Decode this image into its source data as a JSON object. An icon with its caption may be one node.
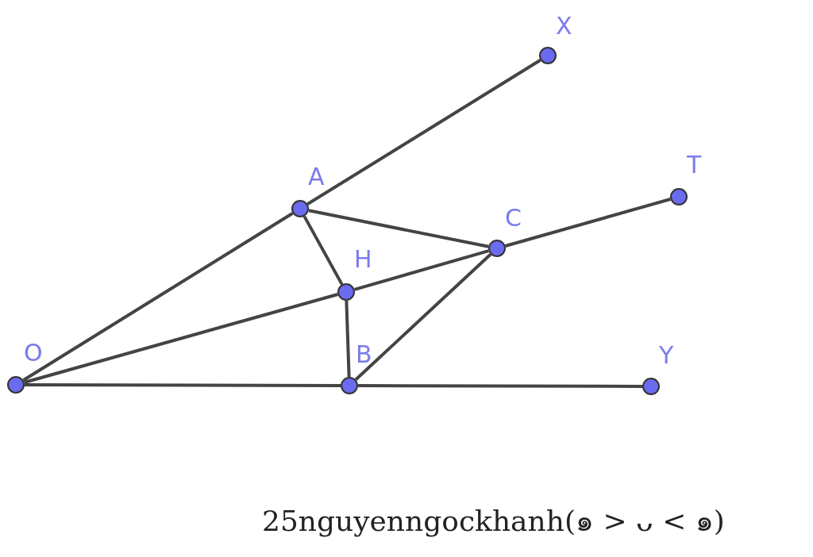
{
  "diagram": {
    "nodes": [
      {
        "text": [
          "X"
        ]
      },
      {
        "text": [
          "A"
        ]
      },
      {
        "text": [
          "T"
        ]
      },
      {
        "text": [
          "C"
        ]
      },
      {
        "text": [
          "H"
        ]
      },
      {
        "text": [
          "O"
        ]
      },
      {
        "text": [
          "B"
        ]
      },
      {
        "text": [
          "Y"
        ]
      }
    ],
    "edges": [
      {
        "from": 5,
        "to": 1,
        "arrow": "none"
      },
      {
        "from": 1,
        "to": 0,
        "arrow": "none"
      },
      {
        "from": 5,
        "to": 6,
        "arrow": "none"
      },
      {
        "from": 6,
        "to": 7,
        "arrow": "none"
      },
      {
        "from": 5,
        "to": 4,
        "arrow": "none"
      },
      {
        "from": 4,
        "to": 3,
        "arrow": "none"
      },
      {
        "from": 3,
        "to": 2,
        "arrow": "none"
      },
      {
        "from": 1,
        "to": 3,
        "arrow": "none"
      },
      {
        "from": 1,
        "to": 4,
        "arrow": "none"
      },
      {
        "from": 4,
        "to": 6,
        "arrow": "none"
      },
      {
        "from": 3,
        "to": 6,
        "arrow": "none"
      }
    ],
    "labels": [
      "25nguyenngockhanh(๑ > ᴗ < ๑)"
    ]
  }
}
